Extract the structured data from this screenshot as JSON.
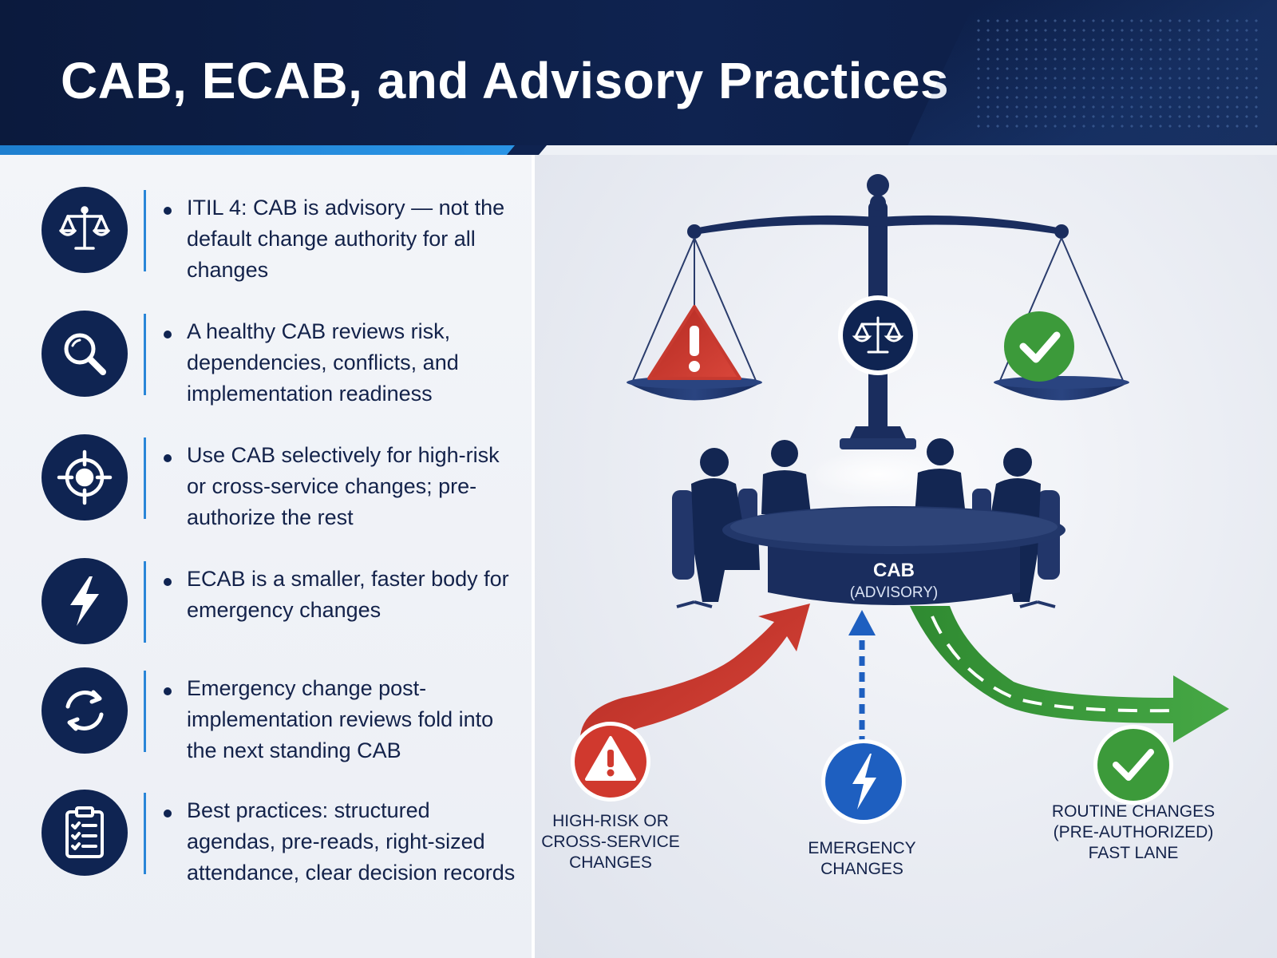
{
  "title": "CAB, ECAB, and Advisory Practices",
  "colors": {
    "navy": "#0f2452",
    "accent_blue": "#2a86d8",
    "risk_red": "#d0392e",
    "emergency_blue": "#1e5fc0",
    "routine_green": "#3c9a3a"
  },
  "items": [
    {
      "icon": "scales-icon",
      "text": "ITIL 4: CAB is advisory — not the default change authority for all changes"
    },
    {
      "icon": "magnifier-icon",
      "text": "A healthy CAB reviews risk, dependencies, conflicts, and implementation readiness"
    },
    {
      "icon": "target-icon",
      "text": "Use CAB selectively for high-risk or cross-service changes; pre-authorize the rest"
    },
    {
      "icon": "lightning-icon",
      "text": "ECAB is a smaller, faster body for emergency changes"
    },
    {
      "icon": "cycle-arrows-icon",
      "text": "Emergency change post-implementation reviews fold into the next standing CAB"
    },
    {
      "icon": "clipboard-checklist-icon",
      "text": "Best practices: structured agendas, pre-reads, right-sized attendance, clear decision records"
    }
  ],
  "diagram": {
    "table_label": "CAB",
    "table_sublabel": "(ADVISORY)",
    "paths": [
      {
        "icon": "warning-icon",
        "lines": [
          "HIGH-RISK OR",
          "CROSS-SERVICE",
          "CHANGES"
        ]
      },
      {
        "icon": "lightning-icon",
        "lines": [
          "EMERGENCY",
          "CHANGES"
        ]
      },
      {
        "icon": "check-icon",
        "lines": [
          "ROUTINE CHANGES",
          "(PRE-AUTHORIZED)",
          "FAST LANE"
        ]
      }
    ]
  }
}
